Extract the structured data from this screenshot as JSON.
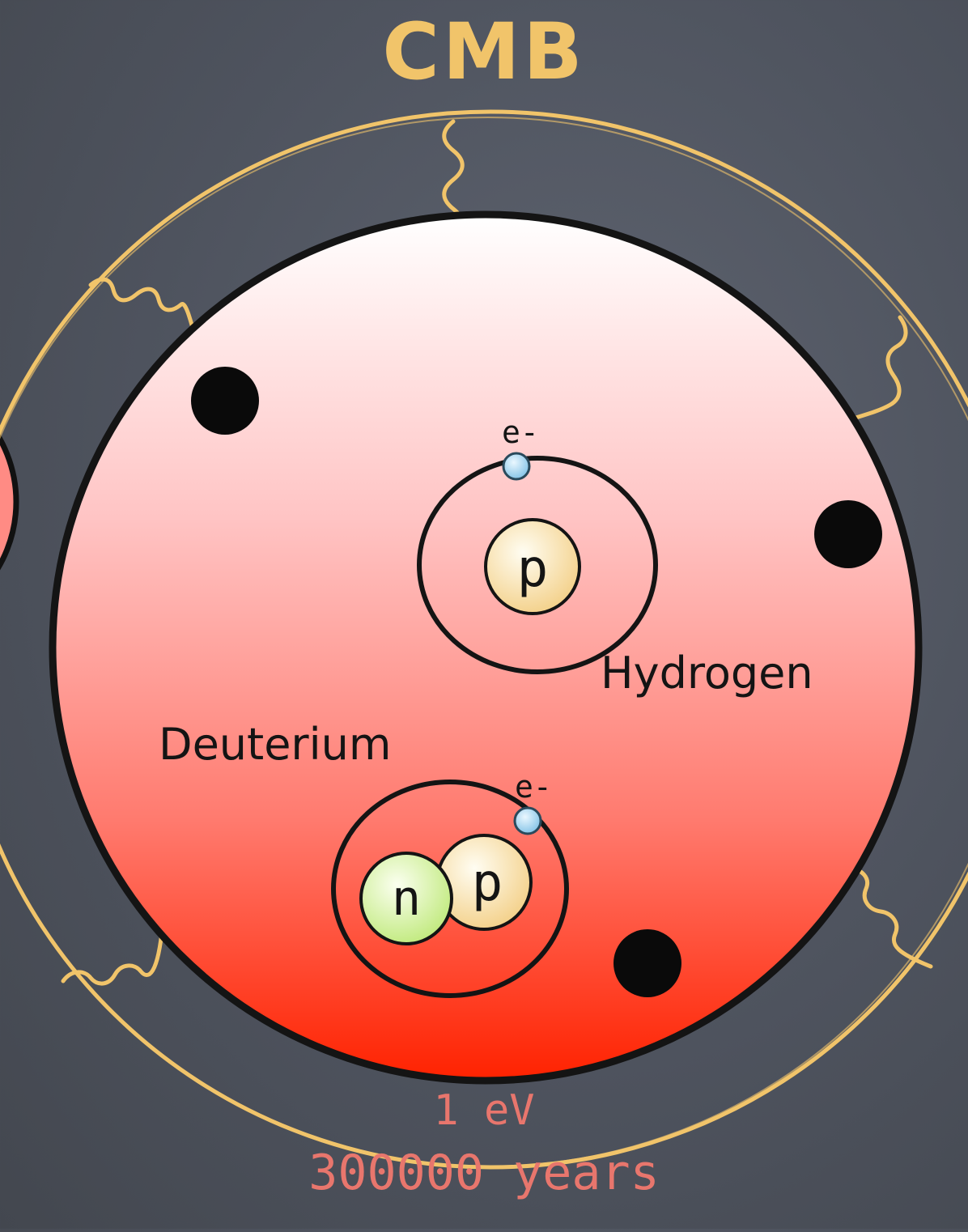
{
  "title": "CMB",
  "energy": "1 eV",
  "time": "300000 years",
  "hydrogen": {
    "label": "Hydrogen",
    "electron_label": "e-",
    "nucleus": [
      "p"
    ]
  },
  "deuterium": {
    "label": "Deuterium",
    "electron_label": "e-",
    "nucleus": [
      "n",
      "p"
    ]
  },
  "colors": {
    "background": "#4e535e",
    "cmb_ring": "#f1c46a",
    "universe_top": "#ffffff",
    "universe_bottom": "#ff2200",
    "time_label": "#e8766d",
    "proton": "#f7dfa5",
    "neutron": "#d7f59a",
    "electron": "#9ed2ee"
  },
  "icons": [
    "photon-wave",
    "black-hole-dot",
    "electron",
    "proton",
    "neutron"
  ]
}
